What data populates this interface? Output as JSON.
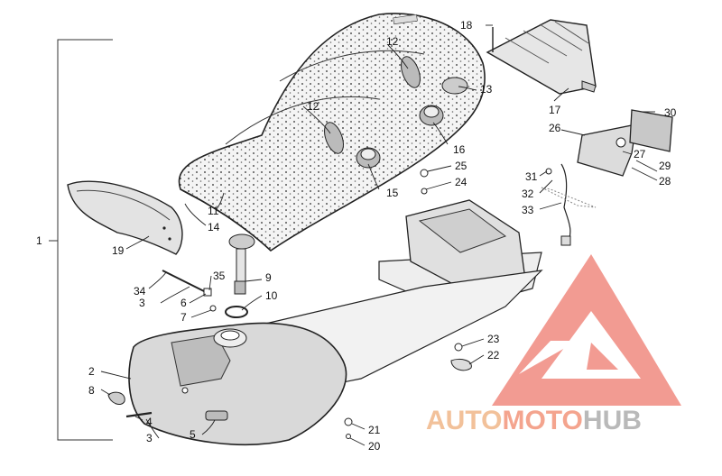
{
  "diagram": {
    "callouts": [
      {
        "id": "1",
        "label": "1"
      },
      {
        "id": "2",
        "label": "2"
      },
      {
        "id": "3a",
        "label": "3"
      },
      {
        "id": "3b",
        "label": "3"
      },
      {
        "id": "4",
        "label": "4"
      },
      {
        "id": "5",
        "label": "5"
      },
      {
        "id": "6",
        "label": "6"
      },
      {
        "id": "7",
        "label": "7"
      },
      {
        "id": "8",
        "label": "8"
      },
      {
        "id": "9",
        "label": "9"
      },
      {
        "id": "10",
        "label": "10"
      },
      {
        "id": "11",
        "label": "11"
      },
      {
        "id": "12a",
        "label": "12"
      },
      {
        "id": "12b",
        "label": "12"
      },
      {
        "id": "13",
        "label": "13"
      },
      {
        "id": "14",
        "label": "14"
      },
      {
        "id": "15",
        "label": "15"
      },
      {
        "id": "16",
        "label": "16"
      },
      {
        "id": "17",
        "label": "17"
      },
      {
        "id": "18",
        "label": "18"
      },
      {
        "id": "19",
        "label": "19"
      },
      {
        "id": "20",
        "label": "20"
      },
      {
        "id": "21",
        "label": "21"
      },
      {
        "id": "22",
        "label": "22"
      },
      {
        "id": "23",
        "label": "23"
      },
      {
        "id": "24",
        "label": "24"
      },
      {
        "id": "25",
        "label": "25"
      },
      {
        "id": "26",
        "label": "26"
      },
      {
        "id": "27",
        "label": "27"
      },
      {
        "id": "28",
        "label": "28"
      },
      {
        "id": "29",
        "label": "29"
      },
      {
        "id": "30",
        "label": "30"
      },
      {
        "id": "31",
        "label": "31"
      },
      {
        "id": "32",
        "label": "32"
      },
      {
        "id": "33",
        "label": "33"
      },
      {
        "id": "34",
        "label": "34"
      },
      {
        "id": "35",
        "label": "35"
      }
    ]
  },
  "watermark": {
    "part1": "AUTO",
    "part2": "MOTO",
    "part3": "HUB",
    "color_auto": "#f2c19a",
    "color_moto": "#f4a48e",
    "color_hub": "#b9b9b9",
    "color_logo": "#f08a80"
  }
}
